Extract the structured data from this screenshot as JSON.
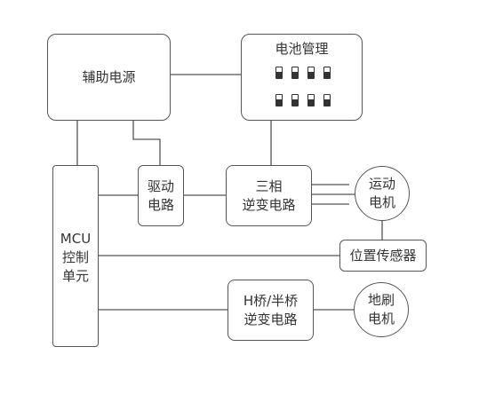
{
  "blocks": {
    "aux_power": "辅助电源",
    "battery_mgmt": "电池管理",
    "mcu": [
      "MCU",
      "控制",
      "单元"
    ],
    "driver": [
      "驱动",
      "电路"
    ],
    "three_phase": [
      "三相",
      "逆变电路"
    ],
    "motion_motor": [
      "运动",
      "电机"
    ],
    "position_sensor": "位置传感器",
    "h_bridge": [
      "H桥/半桥",
      "逆变电路"
    ],
    "brush_motor": [
      "地刷",
      "电机"
    ]
  },
  "battery_icons": [
    {
      "charge": 0.6
    },
    {
      "charge": 0.6
    },
    {
      "charge": 0.6
    },
    {
      "charge": 0.6
    },
    {
      "charge": 0.6
    },
    {
      "charge": 0.6
    },
    {
      "charge": 0.6
    },
    {
      "charge": 0.6
    }
  ],
  "colors": {
    "stroke": "#555555",
    "text": "#333333",
    "background": "#ffffff"
  }
}
